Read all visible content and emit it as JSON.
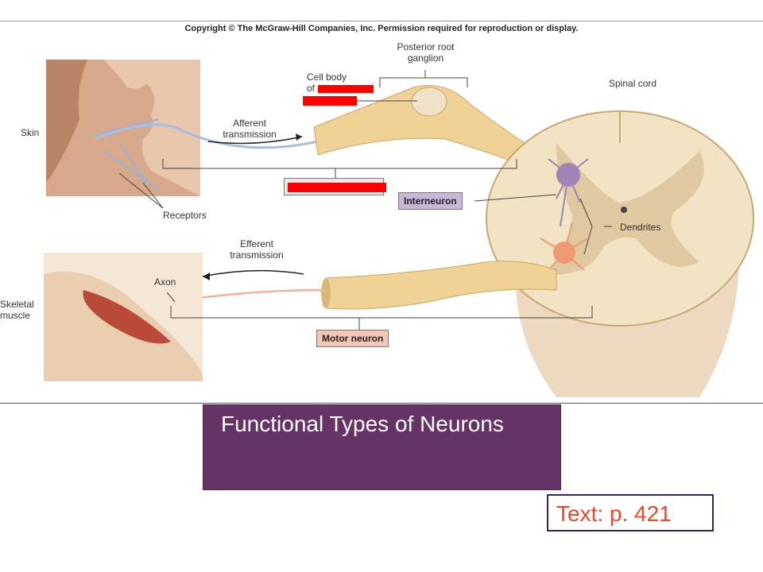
{
  "copyright": "Copyright © The McGraw-Hill Companies, Inc. Permission required for reproduction or display.",
  "labels": {
    "posterior_root_ganglion": "Posterior root\nganglion",
    "cell_body_of": "Cell body\nof",
    "spinal_cord": "Spinal cord",
    "skin": "Skin",
    "afferent_transmission": "Afferent\ntransmission",
    "receptors": "Receptors",
    "interneuron": "Interneuron",
    "dendrites": "Dendrites",
    "efferent_transmission": "Efferent\ntransmission",
    "axon": "Axon",
    "skeletal_muscle": "Skeletal\nmuscle",
    "motor_neuron": "Motor neuron"
  },
  "colors": {
    "interneuron_box": "#c9b6d9",
    "motor_neuron_box": "#f4c7b5",
    "redaction": "#ff0000",
    "title_bg": "#663366",
    "title_text": "#ffffff",
    "ref_border": "#3a2160",
    "ref_text": "#e8492b"
  },
  "slide": {
    "title": "Functional Types of Neurons",
    "reference": "Text: p. 421"
  }
}
